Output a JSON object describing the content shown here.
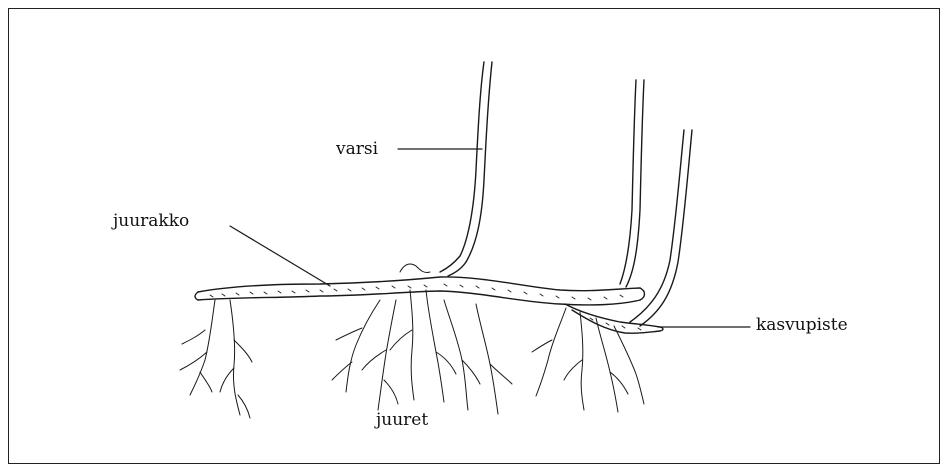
{
  "diagram": {
    "labels": {
      "stem": "varsi",
      "rhizome": "juurakko",
      "growth_point": "kasvupiste",
      "roots": "juuret"
    },
    "colors": {
      "ink": "#1a1a1a",
      "background": "#ffffff",
      "frame": "#222222"
    }
  }
}
